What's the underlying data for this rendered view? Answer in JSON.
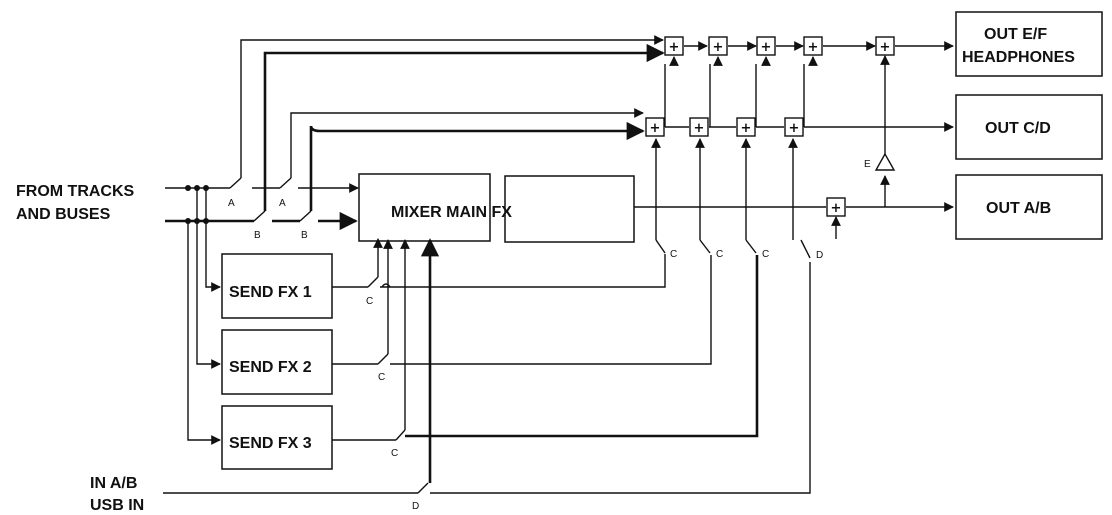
{
  "inputs": {
    "tracks_line1": "FROM TRACKS",
    "tracks_line2": "AND BUSES",
    "in_line1": "IN A/B",
    "in_line2": "USB IN"
  },
  "blocks": {
    "mixer": "MIXER MAIN FX",
    "send1": "SEND FX 1",
    "send2": "SEND FX 2",
    "send3": "SEND FX 3"
  },
  "outputs": {
    "ef_line1": "OUT E/F",
    "ef_line2": "HEADPHONES",
    "cd": "OUT C/D",
    "ab": "OUT A/B"
  },
  "switches": {
    "a": "A",
    "b": "B",
    "c": "C",
    "d": "D",
    "e": "E"
  },
  "summer_symbol": "+"
}
